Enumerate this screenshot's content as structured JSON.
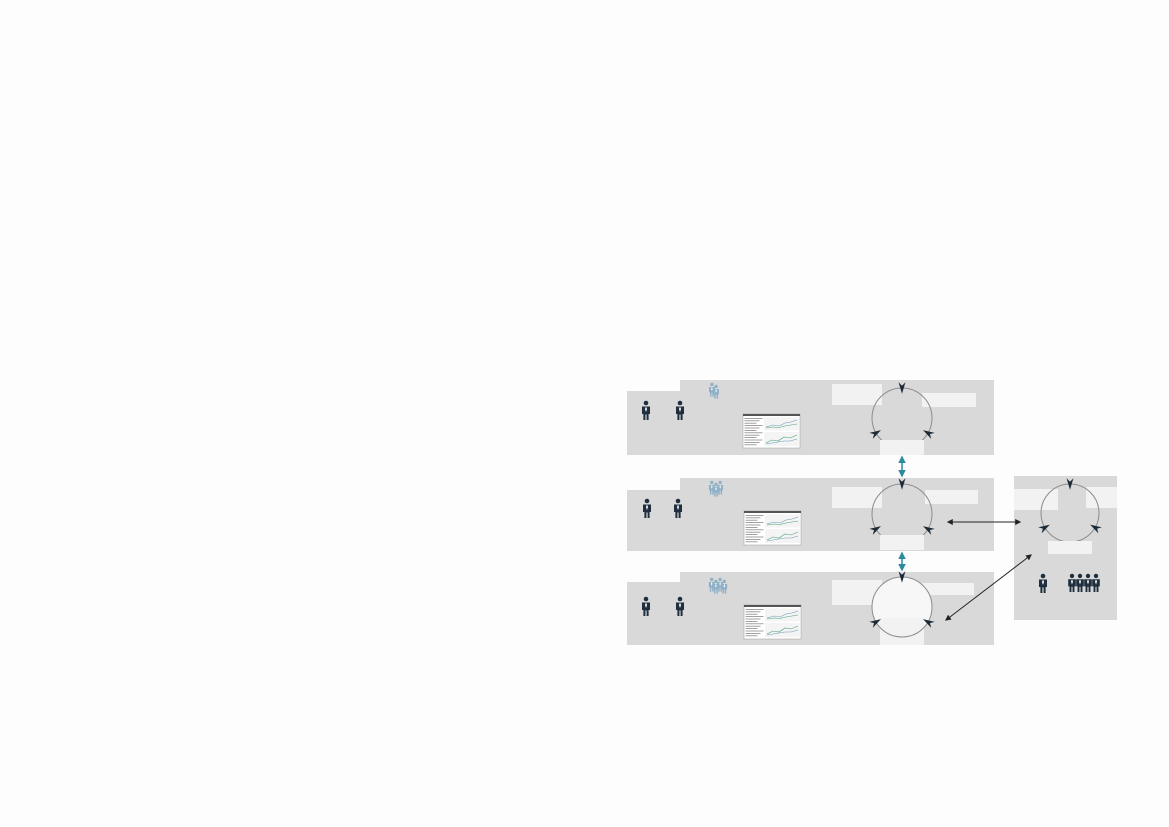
{
  "diagram": {
    "colors": {
      "background": "#fdfdfd",
      "panel": "#d9d9d9",
      "label_box": "#f2f2f2",
      "cycle_arc": "#8c8c8c",
      "cycle_arrowhead": "#1c2b38",
      "person": "#1f2f3d",
      "people_group": "#8fb0c6",
      "connector_teal": "#2b8a9e",
      "connector_dark": "#222222",
      "report_header": "#555555",
      "report_chart_line_a": "#6a9ab8",
      "report_chart_line_b": "#4aa37a"
    },
    "icons": {
      "person": "person-icon",
      "group": "people-group-icon",
      "report": "report-thumbnail",
      "cycle": "cycle-arrows"
    },
    "tiers": [
      {
        "group_size": 2
      },
      {
        "group_size": 3
      },
      {
        "group_size": 4
      }
    ],
    "side_panel": {
      "single_people": 1,
      "team_people": 4
    }
  }
}
